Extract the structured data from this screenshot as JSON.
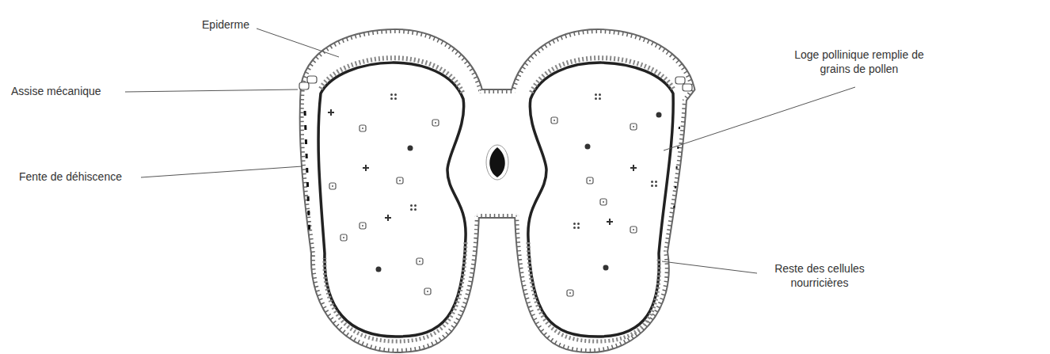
{
  "diagram": {
    "labels": [
      "Epiderme",
      "Assise mécanique",
      "Fente de déhiscence",
      "Loge pollinique remplie de grains de pollen",
      "Reste des cellules nourricières"
    ]
  }
}
